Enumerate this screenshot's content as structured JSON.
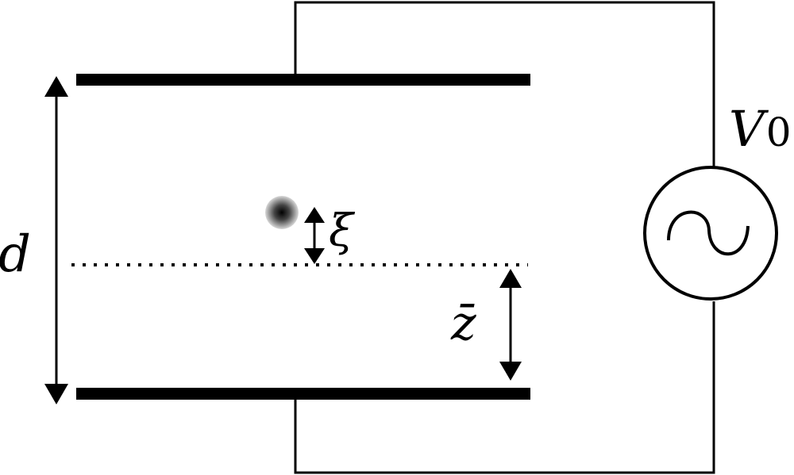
{
  "labels": {
    "voltage": "V",
    "voltage_subscript": "0",
    "gap": "d",
    "displacement": "ξ",
    "mean_position": "z̄"
  }
}
